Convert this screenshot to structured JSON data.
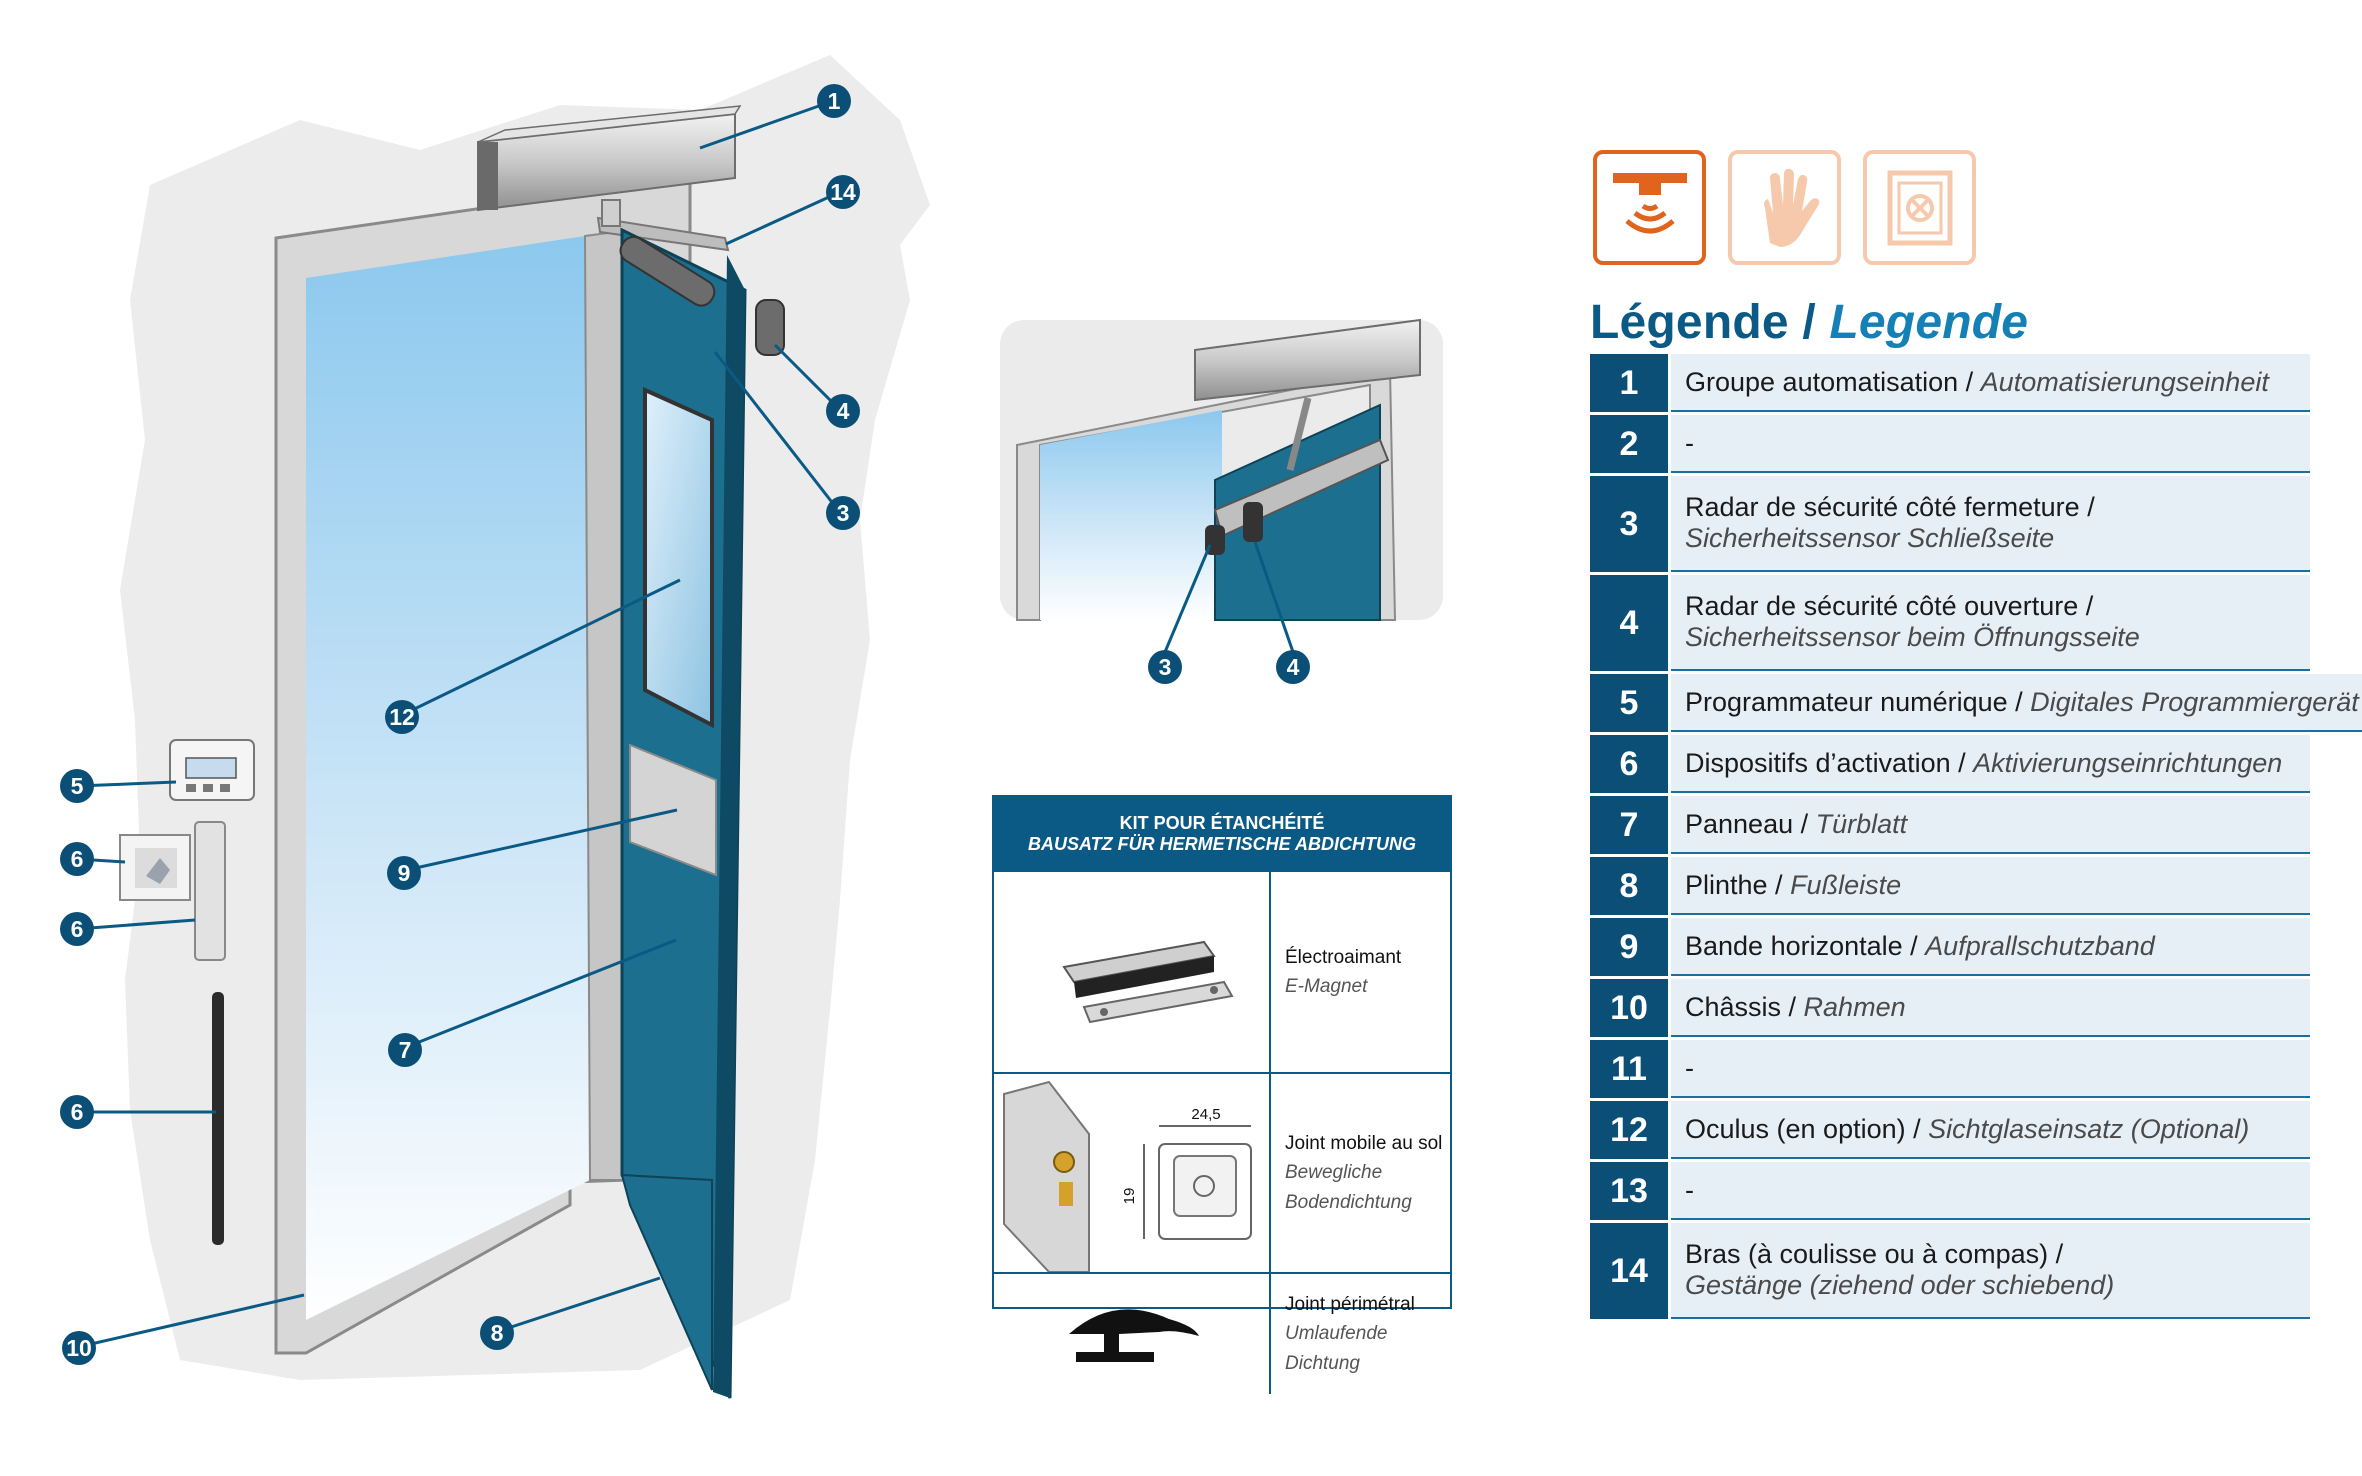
{
  "colors": {
    "accent_blue": "#0b5a85",
    "door_teal": "#1c6f8f",
    "orange": "#e0641b",
    "orange_light": "#f6c9ad"
  },
  "icons": [
    {
      "name": "radar-sensor-icon",
      "active": true
    },
    {
      "name": "hand-icon",
      "active": false
    },
    {
      "name": "safe-door-icon",
      "active": false
    }
  ],
  "callouts": {
    "c1": "1",
    "c14": "14",
    "c4": "4",
    "c3": "3",
    "c12": "12",
    "c9": "9",
    "c7": "7",
    "c8": "8",
    "c10": "10",
    "c5": "5",
    "c6a": "6",
    "c6b": "6",
    "c6c": "6",
    "d3": "3",
    "d4": "4"
  },
  "legend": {
    "title_fr": "Légende",
    "title_sep": " / ",
    "title_de": "Legende",
    "items": [
      {
        "num": "1",
        "fr": "Groupe automatisation / ",
        "de": "Automatisierungseinheit"
      },
      {
        "num": "2",
        "fr": "-",
        "de": ""
      },
      {
        "num": "3",
        "fr": "Radar de sécurité côté fermeture /",
        "de": "Sicherheitssensor Schließseite"
      },
      {
        "num": "4",
        "fr": "Radar de sécurité côté ouverture /",
        "de": "Sicherheitssensor beim Öffnungsseite"
      },
      {
        "num": "5",
        "fr": "Programmateur numérique / ",
        "de": "Digitales Programmiergerät"
      },
      {
        "num": "6",
        "fr": "Dispositifs d’activation / ",
        "de": "Aktivierungseinrichtungen"
      },
      {
        "num": "7",
        "fr": "Panneau / ",
        "de": "Türblatt"
      },
      {
        "num": "8",
        "fr": "Plinthe / ",
        "de": "Fußleiste"
      },
      {
        "num": "9",
        "fr": "Bande horizontale / ",
        "de": "Aufprallschutzband"
      },
      {
        "num": "10",
        "fr": "Châssis / ",
        "de": "Rahmen"
      },
      {
        "num": "11",
        "fr": "-",
        "de": ""
      },
      {
        "num": "12",
        "fr": "Oculus (en option) / ",
        "de": "Sichtglaseinsatz (Optional)"
      },
      {
        "num": "13",
        "fr": "-",
        "de": ""
      },
      {
        "num": "14",
        "fr": "Bras (à coulisse ou à compas) /",
        "de": "Gestänge (ziehend oder schiebend)"
      }
    ]
  },
  "kit": {
    "title_fr": "KIT POUR ÉTANCHÉITÉ",
    "title_de": "BAUSATZ FÜR HERMETISCHE ABDICHTUNG",
    "rows": [
      {
        "fr": "Électroaimant",
        "de1": "E-Magnet",
        "de2": ""
      },
      {
        "fr": "Joint mobile au sol",
        "de1": "Bewegliche",
        "de2": "Bodendichtung"
      },
      {
        "fr": "Joint périmétral",
        "de1": "Umlaufende",
        "de2": "Dichtung"
      }
    ],
    "dim_width": "24,5",
    "dim_height": "19"
  }
}
